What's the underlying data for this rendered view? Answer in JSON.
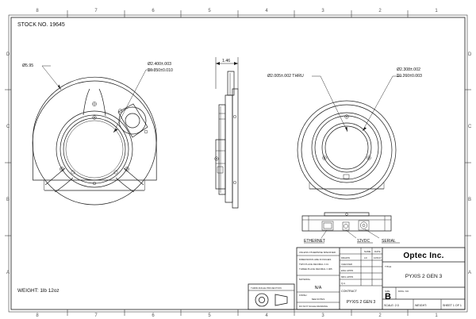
{
  "sheet": {
    "stock_no": "STOCK NO. 19645",
    "weight_note": "WEIGHT: 1lb 12oz",
    "zones_top": [
      "8",
      "7",
      "6",
      "5",
      "4",
      "3",
      "2",
      "1"
    ],
    "zones_side": [
      "D",
      "C",
      "B",
      "A"
    ]
  },
  "dimensions": {
    "front_outer_dia": "Ø5.95",
    "front_bore_dia": "Ø2.400±.003",
    "front_bore_depth": "⍂0.350±0.010",
    "side_thickness": "1.46",
    "rear_thru_dia": "Ø2.005±.002 THRU",
    "rear_counter_dia": "Ø2.308±.002",
    "rear_counter_depth": "⍂0.260±0.003"
  },
  "connectors": [
    {
      "label": "ETHERNET"
    },
    {
      "label": "12VDC"
    },
    {
      "label": "SERIAL"
    }
  ],
  "title_block": {
    "company": "Optec Inc.",
    "title_label": "TITLE:",
    "title_value": "PYXIS 2 GEN 3",
    "size_label": "SIZE",
    "size_value": "B",
    "dwg_no_label": "DWG. NO.",
    "dwg_no_value": "",
    "scale_label": "SCALE: 2:3",
    "weight_label": "WEIGHT:",
    "sheet_label": "SHEET 1 OF 1",
    "rev_label": "REV",
    "contract_label": "CONTRACT",
    "contract_value": "PYXIS 2 GEN 3",
    "material_label": "MATERIAL",
    "material_value": "N/A",
    "finish_label": "FINISH",
    "finish_value": "SEE NOTES",
    "do_not_scale": "DO NOT SCALE DRAWING",
    "unless_specified": "UNLESS OTHERWISE SPECIFIED:",
    "tolerance_lines": [
      "DIMENSIONS ARE IN INCHES",
      "TWO PLACE DECIMAL    ±.01",
      "THREE PLACE DECIMAL  ±.005"
    ],
    "approval_header": [
      "NAME",
      "DATE"
    ],
    "approval_rows": [
      {
        "role": "DRAWN",
        "name": "LD",
        "date": "10/5/17"
      },
      {
        "role": "CHECKED",
        "name": "",
        "date": ""
      },
      {
        "role": "ENG APPR.",
        "name": "",
        "date": ""
      },
      {
        "role": "MFG APPR.",
        "name": "",
        "date": ""
      },
      {
        "role": "Q.A.",
        "name": "",
        "date": ""
      }
    ],
    "projection_label": "THIRD ANGLE PROJECTION"
  }
}
